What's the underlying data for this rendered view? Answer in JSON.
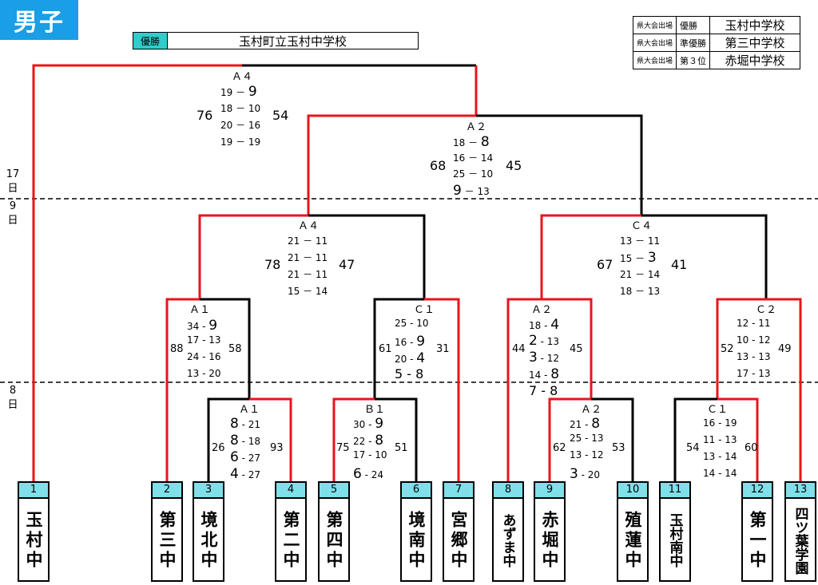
{
  "title": "男子",
  "winner": {
    "label": "優勝",
    "school": "玉村町立玉村中学校"
  },
  "results": [
    {
      "qual": "県大会出場",
      "place": "優勝",
      "school": "玉村中学校"
    },
    {
      "qual": "県大会出場",
      "place": "準優勝",
      "school": "第三中学校"
    },
    {
      "qual": "県大会出場",
      "place": "第３位",
      "school": "赤堀中学校"
    }
  ],
  "days": {
    "d17": [
      "17",
      "日"
    ],
    "d9": [
      "9",
      "日"
    ],
    "d8": [
      "8",
      "日"
    ]
  },
  "teams": [
    {
      "num": "1",
      "name": "玉村中"
    },
    {
      "num": "2",
      "name": "第三中"
    },
    {
      "num": "3",
      "name": "境北中"
    },
    {
      "num": "4",
      "name": "第二中"
    },
    {
      "num": "5",
      "name": "第四中"
    },
    {
      "num": "6",
      "name": "境南中"
    },
    {
      "num": "7",
      "name": "宮郷中"
    },
    {
      "num": "8",
      "name": "あずま中"
    },
    {
      "num": "9",
      "name": "赤堀中"
    },
    {
      "num": "10",
      "name": "殖蓮中"
    },
    {
      "num": "11",
      "name": "玉村南中"
    },
    {
      "num": "12",
      "name": "第一中"
    },
    {
      "num": "13",
      "name": "四ツ葉学園"
    }
  ],
  "matches": {
    "final": {
      "court": "Ａ４",
      "left_total": "76",
      "right_total": "54",
      "sets": [
        [
          "19",
          "9"
        ],
        [
          "18",
          "10"
        ],
        [
          "20",
          "16"
        ],
        [
          "19",
          "19"
        ]
      ]
    },
    "semi": {
      "court": "Ａ２",
      "left_total": "68",
      "right_total": "45",
      "sets": [
        [
          "18",
          "8"
        ],
        [
          "16",
          "14"
        ],
        [
          "25",
          "10"
        ],
        [
          "9",
          "13"
        ]
      ]
    },
    "qf_left": {
      "court": "Ａ４",
      "left_total": "78",
      "right_total": "47",
      "sets": [
        [
          "21",
          "11"
        ],
        [
          "21",
          "11"
        ],
        [
          "21",
          "11"
        ],
        [
          "15",
          "14"
        ]
      ]
    },
    "qf_right": {
      "court": "Ｃ４",
      "left_total": "67",
      "right_total": "41",
      "sets": [
        [
          "13",
          "11"
        ],
        [
          "15",
          "3"
        ],
        [
          "21",
          "14"
        ],
        [
          "18",
          "13"
        ]
      ]
    },
    "r2_a1": {
      "court": "Ａ１",
      "left_total": "88",
      "right_total": "58",
      "sets": [
        [
          "34",
          "9"
        ],
        [
          "17",
          "13"
        ],
        [
          "24",
          "16"
        ],
        [
          "13",
          "20"
        ]
      ]
    },
    "r2_c1": {
      "court": "Ｃ１",
      "left_total": "61",
      "right_total": "31",
      "sets": [
        [
          "25",
          "10"
        ],
        [
          "16",
          "9"
        ],
        [
          "20",
          "4"
        ],
        [
          "5",
          "8"
        ]
      ]
    },
    "r2_a2": {
      "court": "Ａ２",
      "left_total": "44",
      "right_total": "45",
      "sets": [
        [
          "18",
          "4"
        ],
        [
          "2",
          "13"
        ],
        [
          "3",
          "12"
        ],
        [
          "14",
          "8"
        ],
        [
          "7",
          "8"
        ]
      ]
    },
    "r2_c2": {
      "court": "Ｃ２",
      "left_total": "52",
      "right_total": "49",
      "sets": [
        [
          "12",
          "11"
        ],
        [
          "10",
          "12"
        ],
        [
          "13",
          "13"
        ],
        [
          "17",
          "13"
        ]
      ]
    },
    "r1_a1": {
      "court": "Ａ１",
      "left_total": "26",
      "right_total": "93",
      "sets": [
        [
          "8",
          "21"
        ],
        [
          "8",
          "18"
        ],
        [
          "6",
          "27"
        ],
        [
          "4",
          "27"
        ]
      ]
    },
    "r1_b1": {
      "court": "Ｂ１",
      "left_total": "75",
      "right_total": "51",
      "sets": [
        [
          "30",
          "9"
        ],
        [
          "22",
          "8"
        ],
        [
          "17",
          "10"
        ],
        [
          "6",
          "24"
        ]
      ]
    },
    "r1_a2": {
      "court": "Ａ２",
      "left_total": "62",
      "right_total": "53",
      "sets": [
        [
          "21",
          "8"
        ],
        [
          "25",
          "13"
        ],
        [
          "13",
          "12"
        ],
        [
          "3",
          "20"
        ]
      ]
    },
    "r1_c1": {
      "court": "Ｃ１",
      "left_total": "54",
      "right_total": "60",
      "sets": [
        [
          "16",
          "19"
        ],
        [
          "11",
          "13"
        ],
        [
          "13",
          "14"
        ],
        [
          "14",
          "14"
        ]
      ]
    }
  },
  "colors": {
    "win": "#e8141b",
    "lose": "#000000",
    "title_bg": "#1a9ee6",
    "num_bg": "#7fe0ea",
    "label_bg": "#33cccc"
  }
}
